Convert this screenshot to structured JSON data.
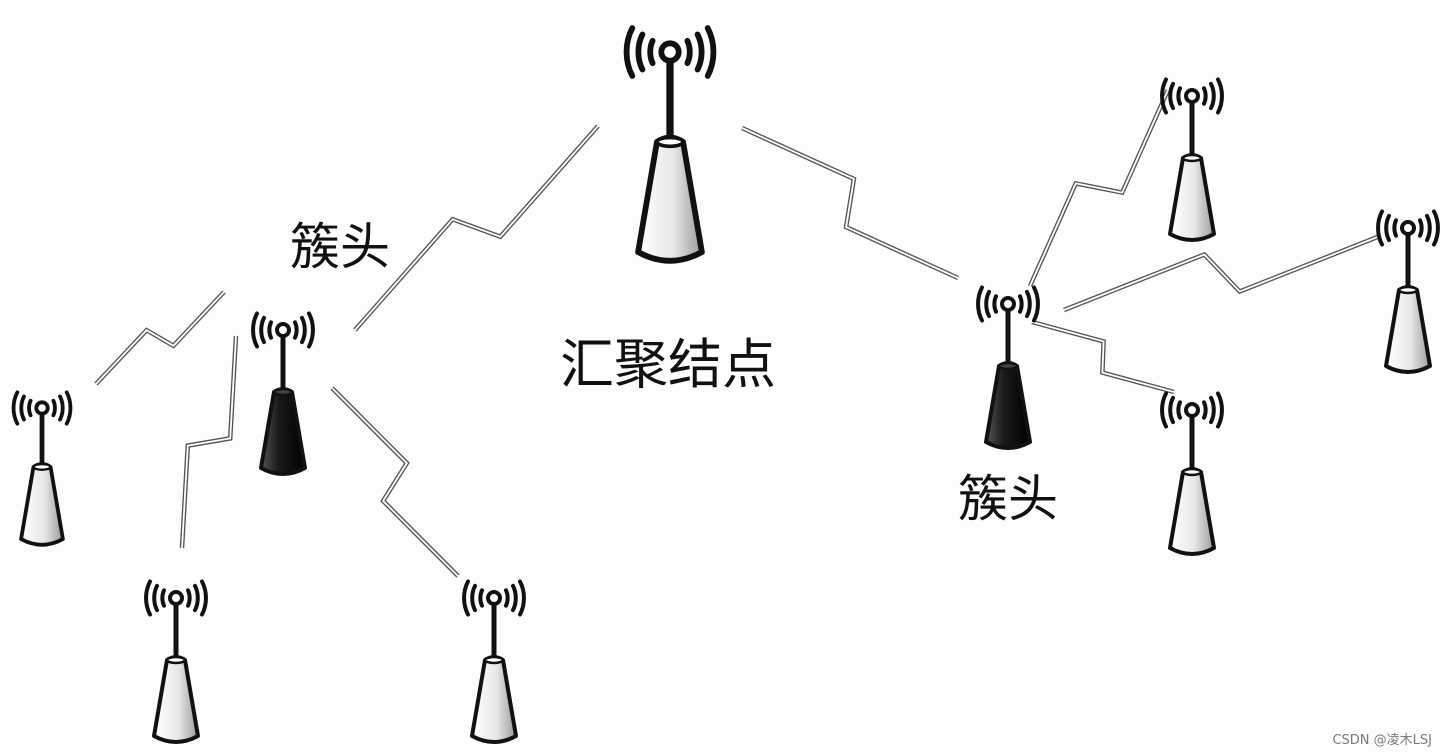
{
  "labels": {
    "sink": "汇聚结点",
    "cluster_head_left": "簇头",
    "cluster_head_right": "簇头"
  },
  "watermark": "CSDN @凌木LSJ",
  "nodes": [
    {
      "id": "sink",
      "role": "sink"
    },
    {
      "id": "ch-left",
      "role": "cluster-head"
    },
    {
      "id": "ch-right",
      "role": "cluster-head"
    },
    {
      "id": "m-left-1",
      "role": "member"
    },
    {
      "id": "m-left-2",
      "role": "member"
    },
    {
      "id": "m-left-3",
      "role": "member"
    },
    {
      "id": "m-right-1",
      "role": "member"
    },
    {
      "id": "m-right-2",
      "role": "member"
    },
    {
      "id": "m-right-3",
      "role": "member"
    }
  ],
  "links": [
    {
      "from": "ch-left",
      "to": "sink"
    },
    {
      "from": "ch-right",
      "to": "sink"
    },
    {
      "from": "m-left-1",
      "to": "ch-left"
    },
    {
      "from": "m-left-2",
      "to": "ch-left"
    },
    {
      "from": "m-left-3",
      "to": "ch-left"
    },
    {
      "from": "m-right-1",
      "to": "ch-right"
    },
    {
      "from": "m-right-2",
      "to": "ch-right"
    },
    {
      "from": "m-right-3",
      "to": "ch-right"
    }
  ],
  "colors": {
    "member_body": "#f0f0f0",
    "cluster_head_body": "#1a1a1a",
    "sink_body": "#f2f2f2",
    "outline": "#111111",
    "link": "#555555"
  }
}
